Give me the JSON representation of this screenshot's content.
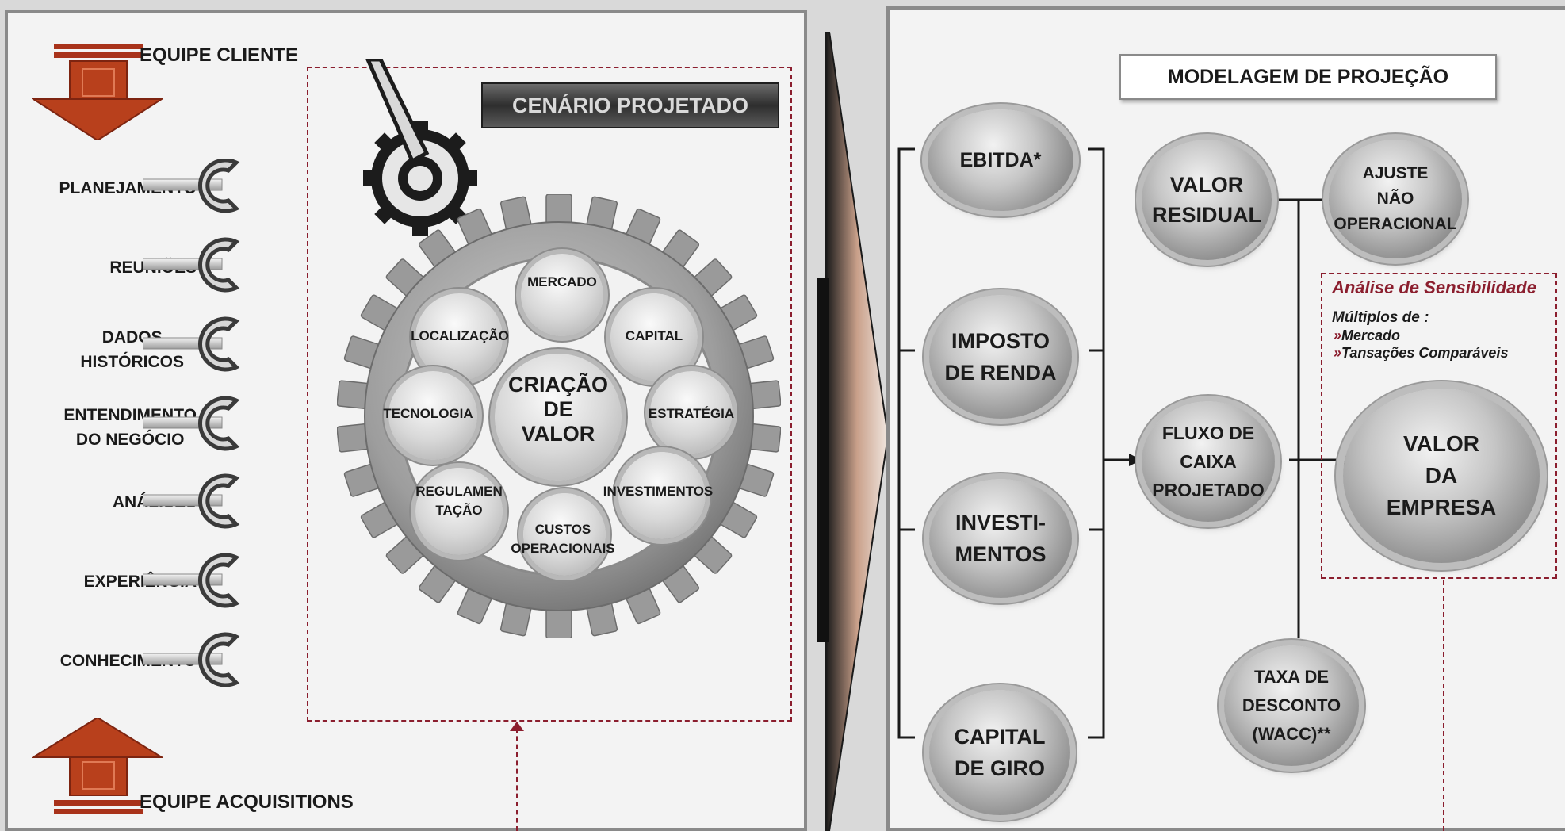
{
  "left": {
    "team_client": "EQUIPE CLIENTE",
    "team_acquisitions": "EQUIPE ACQUISITIONS",
    "scenario_title": "CENÁRIO PROJETADO",
    "items": [
      {
        "label": "PLANEJAMENTO"
      },
      {
        "label": "REUNIÕES"
      },
      {
        "label": "DADOS\nHISTÓRICOS"
      },
      {
        "label": "ENTENDIMENTO\nDO NEGÓCIO"
      },
      {
        "label": "ANÁLISES"
      },
      {
        "label": "EXPERIÊNCIA"
      },
      {
        "label": "CONHECIMENTO"
      }
    ],
    "center_label": "CRIAÇÃO\nDE\nVALOR",
    "gears": {
      "mercado": "MERCADO",
      "localizacao": "LOCALIZAÇÃO",
      "capital": "CAPITAL",
      "tecnologia": "TECNOLOGIA",
      "estrategia": "ESTRATÉGIA",
      "regulamentacao": "REGULAMEN\nTAÇÃO",
      "custos": "CUSTOS\nOPERACIONAIS",
      "investimentos": "INVESTIMENTOS"
    }
  },
  "right": {
    "title": "MODELAGEM DE PROJEÇÃO",
    "inputs": {
      "ebitda": "EBITDA*",
      "imposto": "IMPOSTO\nDE RENDA",
      "investimentos": "INVESTI-\nMENTOS",
      "capital_giro": "CAPITAL\nDE GIRO"
    },
    "valor_residual": "VALOR\nRESIDUAL",
    "ajuste": "AJUSTE\nNÃO\nOPERACIONAL",
    "fluxo": "FLUXO DE\nCAIXA\nPROJETADO",
    "taxa": "TAXA DE\nDESCONTO\n(WACC)**",
    "valor_empresa": "VALOR\nDA\nEMPRESA",
    "sensibilidade": {
      "title": "Análise de Sensibilidade",
      "subtitle": "Múltiplos de :",
      "items": [
        "Mercado",
        "Tansações Comparáveis"
      ]
    }
  },
  "colors": {
    "arrow_red": "#b23b1a",
    "dashed_border": "#8b1e2e",
    "panel_border": "#8a8a8a"
  }
}
